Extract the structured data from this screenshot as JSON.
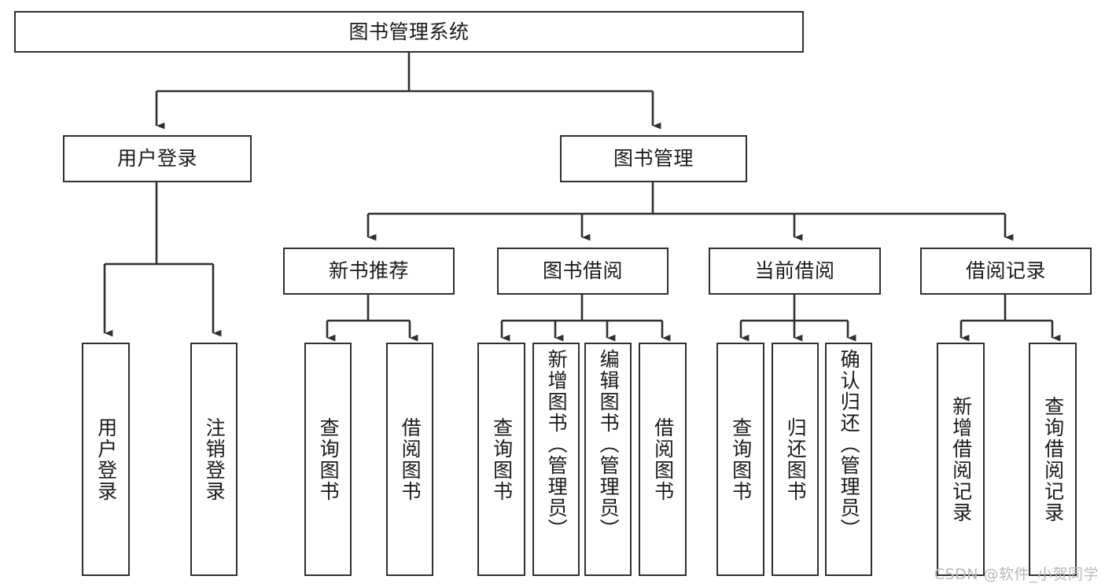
{
  "diagram": {
    "title": "图书管理系统",
    "type": "功能结构图",
    "colors": {
      "stroke": "#2f2f2f",
      "fill": "#ffffff",
      "text": "#1a1a1a",
      "watermark": "#b8b8b8"
    },
    "root": {
      "label": "图书管理系统"
    },
    "level2": [
      {
        "label": "用户登录"
      },
      {
        "label": "图书管理"
      }
    ],
    "level3": [
      {
        "label": "新书推荐"
      },
      {
        "label": "图书借阅"
      },
      {
        "label": "当前借阅"
      },
      {
        "label": "借阅记录"
      }
    ],
    "leaves": {
      "user_login": [
        {
          "label": "用户登录"
        },
        {
          "label": "注销登录"
        }
      ],
      "new_book": [
        {
          "label": "查询图书"
        },
        {
          "label": "借阅图书"
        }
      ],
      "borrow_book": [
        {
          "label": "查询图书"
        },
        {
          "label": "新增图书（管理员）"
        },
        {
          "label": "编辑图书（管理员）"
        },
        {
          "label": "借阅图书"
        }
      ],
      "current_borrow": [
        {
          "label": "查询图书"
        },
        {
          "label": "归还图书"
        },
        {
          "label": "确认归还（管理员）"
        }
      ],
      "borrow_record": [
        {
          "label": "新增借阅记录"
        },
        {
          "label": "查询借阅记录"
        }
      ]
    }
  },
  "watermark": {
    "text": "CSDN @软件_小贺同学"
  }
}
